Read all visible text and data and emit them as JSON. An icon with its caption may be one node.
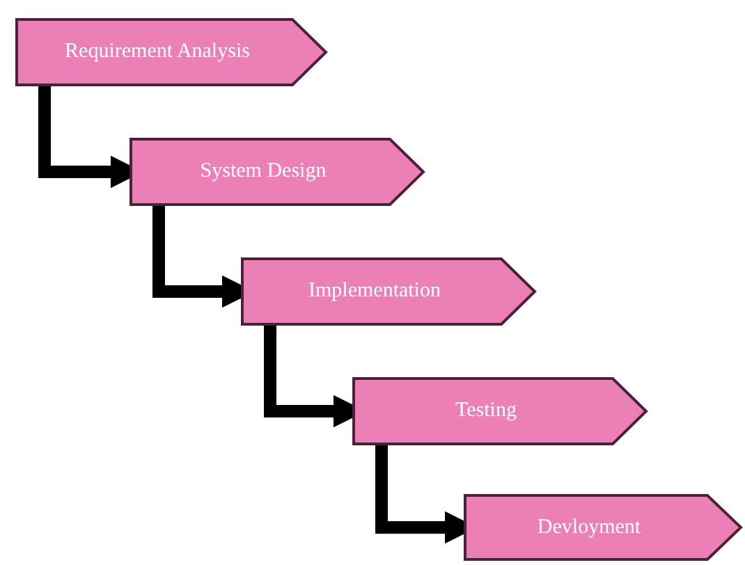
{
  "diagram": {
    "nodes": [
      {
        "text": [
          "Requirement Analysis"
        ]
      },
      {
        "text": [
          "System Design"
        ]
      },
      {
        "text": [
          "Implementation"
        ]
      },
      {
        "text": [
          "Testing"
        ]
      },
      {
        "text": [
          "Devloyment"
        ]
      }
    ],
    "edges": [
      {
        "from": 0,
        "to": 1,
        "arrow": "to"
      },
      {
        "from": 1,
        "to": 2,
        "arrow": "to"
      },
      {
        "from": 2,
        "to": 3,
        "arrow": "to"
      },
      {
        "from": 3,
        "to": 4,
        "arrow": "to"
      }
    ]
  }
}
